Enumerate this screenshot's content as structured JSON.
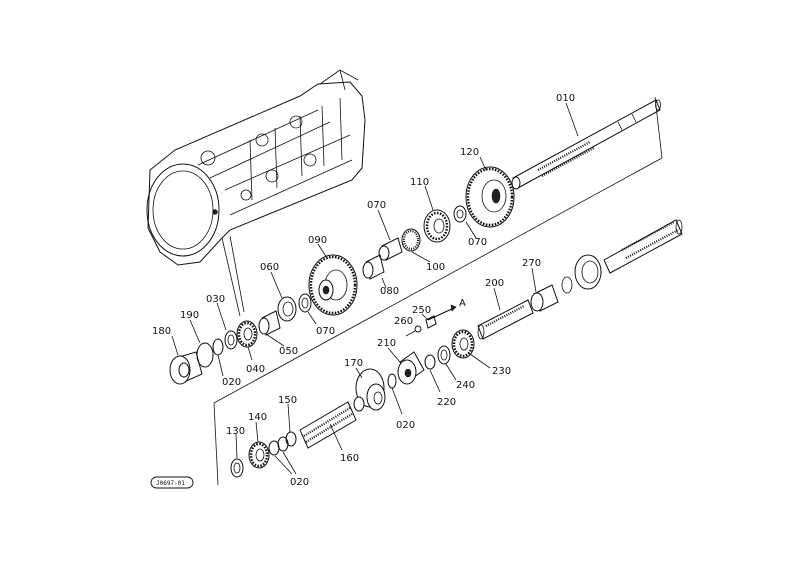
{
  "diagram": {
    "reference_code": "J0697-01",
    "arrow_marker": "A",
    "parts": [
      {
        "id": "010",
        "label": "010"
      },
      {
        "id": "120",
        "label": "120"
      },
      {
        "id": "110",
        "label": "110"
      },
      {
        "id": "070a",
        "label": "070"
      },
      {
        "id": "070b",
        "label": "070"
      },
      {
        "id": "070c",
        "label": "070"
      },
      {
        "id": "100",
        "label": "100"
      },
      {
        "id": "090",
        "label": "090"
      },
      {
        "id": "080",
        "label": "080"
      },
      {
        "id": "060",
        "label": "060"
      },
      {
        "id": "050",
        "label": "050"
      },
      {
        "id": "040",
        "label": "040"
      },
      {
        "id": "030",
        "label": "030"
      },
      {
        "id": "020a",
        "label": "020"
      },
      {
        "id": "190",
        "label": "190"
      },
      {
        "id": "180",
        "label": "180"
      },
      {
        "id": "270",
        "label": "270"
      },
      {
        "id": "200",
        "label": "200"
      },
      {
        "id": "250",
        "label": "250"
      },
      {
        "id": "260",
        "label": "260"
      },
      {
        "id": "230",
        "label": "230"
      },
      {
        "id": "240",
        "label": "240"
      },
      {
        "id": "220",
        "label": "220"
      },
      {
        "id": "210",
        "label": "210"
      },
      {
        "id": "170",
        "label": "170"
      },
      {
        "id": "020b",
        "label": "020"
      },
      {
        "id": "160",
        "label": "160"
      },
      {
        "id": "150",
        "label": "150"
      },
      {
        "id": "140",
        "label": "140"
      },
      {
        "id": "130",
        "label": "130"
      },
      {
        "id": "020c",
        "label": "020"
      }
    ]
  }
}
